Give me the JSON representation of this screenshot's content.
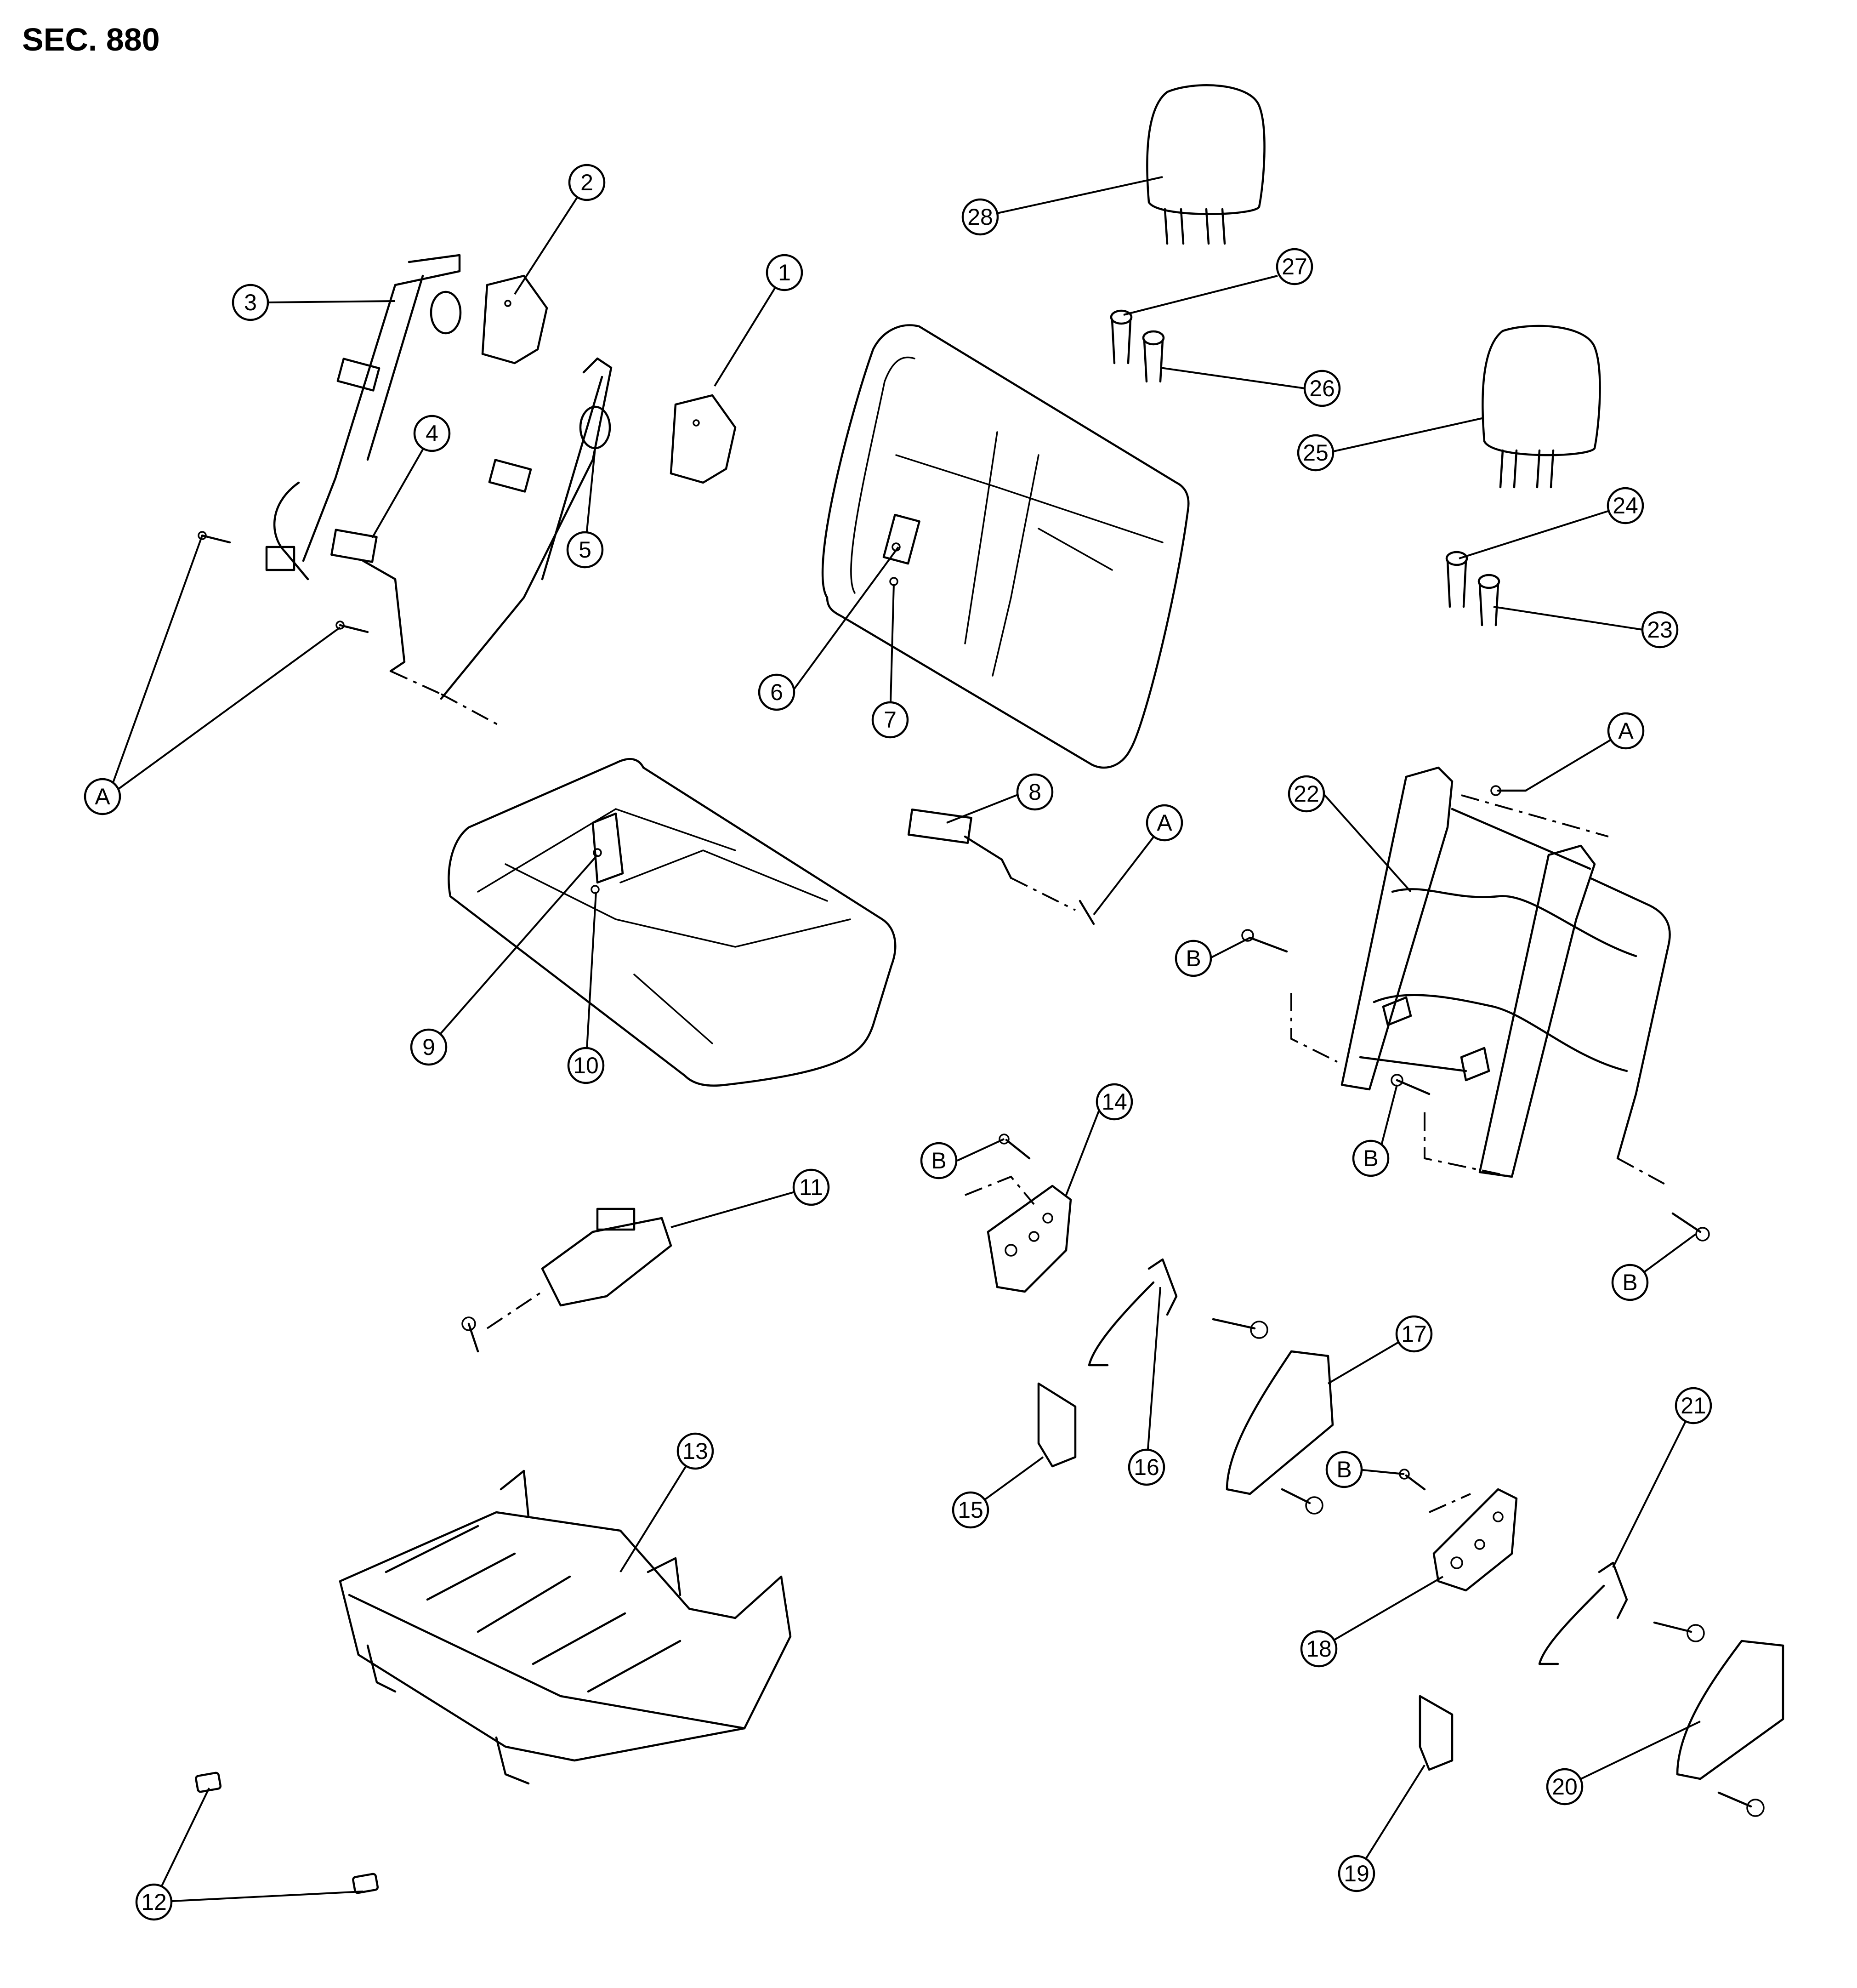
{
  "section_title": "SEC. 880",
  "callouts": {
    "c1": "1",
    "c2": "2",
    "c3": "3",
    "c4": "4",
    "c5": "5",
    "c6": "6",
    "c7": "7",
    "c8": "8",
    "c9": "9",
    "c10": "10",
    "c11": "11",
    "c12": "12",
    "c13": "13",
    "c14": "14",
    "c15": "15",
    "c16": "16",
    "c17": "17",
    "c18": "18",
    "c19": "19",
    "c20": "20",
    "c21": "21",
    "c22": "22",
    "c23": "23",
    "c24": "24",
    "c25": "25",
    "c26": "26",
    "c27": "27",
    "c28": "28",
    "A": "A",
    "B": "B"
  }
}
